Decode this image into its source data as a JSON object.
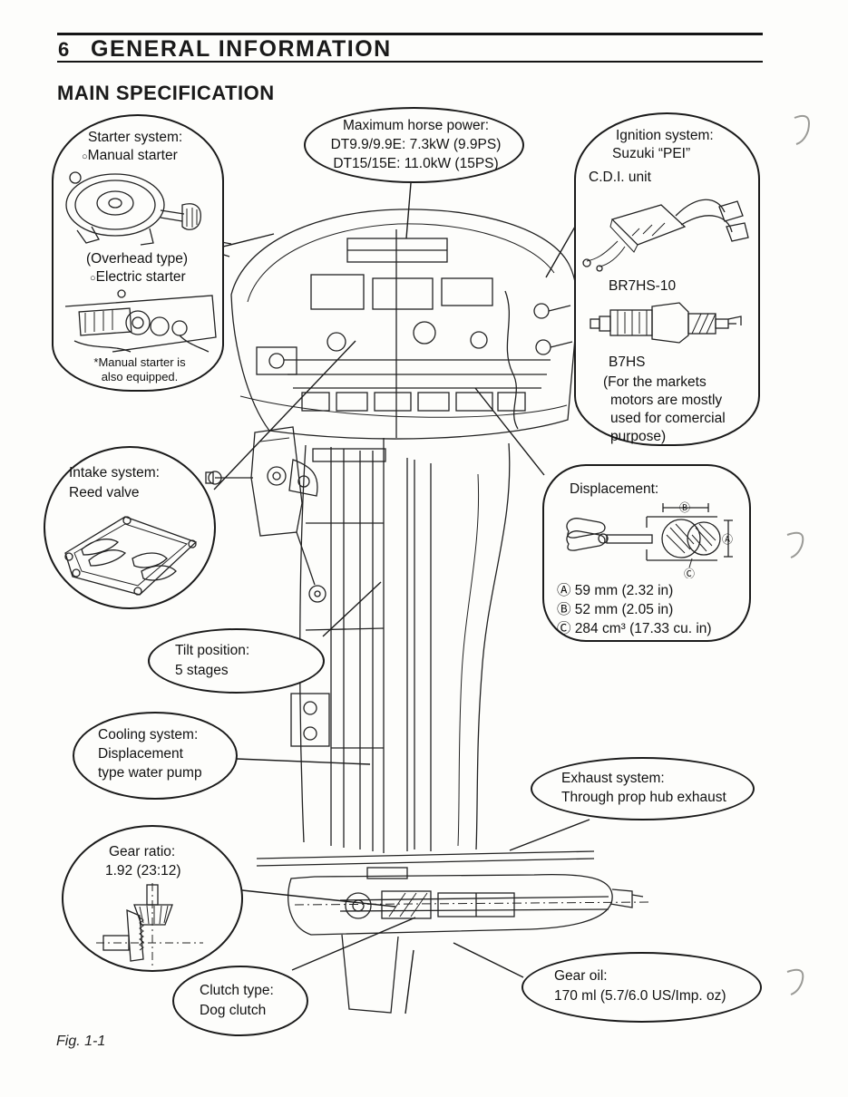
{
  "header": {
    "page_number": "6",
    "title": "GENERAL INFORMATION"
  },
  "section_title": "MAIN SPECIFICATION",
  "figure_caption": "Fig. 1-1",
  "colors": {
    "ink": "#1a1a1a",
    "paper": "#fdfdfb"
  },
  "callouts": {
    "starter": {
      "title": "Starter system:",
      "bullet": "○",
      "item_manual": "Manual starter",
      "type_note": "(Overhead type)",
      "item_electric": "Electric starter",
      "footnote_line1": "*Manual starter is",
      "footnote_line2": "also equipped."
    },
    "max_horse_power": {
      "line1": "Maximum horse power:",
      "line2": "DT9.9/9.9E: 7.3kW (9.9PS)",
      "line3": "DT15/15E: 11.0kW (15PS)"
    },
    "ignition": {
      "title": "Ignition system:",
      "subtitle": "Suzuki “PEI”",
      "cdi_label": "C.D.I. unit",
      "plug_model": "BR7HS-10",
      "alt_plug_model": "B7HS",
      "note_line1": "(For the markets",
      "note_line2": "motors are mostly",
      "note_line3": "used for comercial",
      "note_line4": "purpose)"
    },
    "intake": {
      "title": "Intake system:",
      "value": "Reed valve"
    },
    "displacement": {
      "title": "Displacement:",
      "marker_a": "Ⓐ",
      "marker_b": "Ⓑ",
      "marker_c": "Ⓒ",
      "dim_a": "Ⓐ 59 mm (2.32 in)",
      "dim_b": "Ⓑ 52 mm (2.05 in)",
      "dim_c": "Ⓒ 284 cm³ (17.33 cu. in)"
    },
    "tilt": {
      "title": "Tilt position:",
      "value": "5 stages"
    },
    "cooling": {
      "title": "Cooling system:",
      "value_line1": "Displacement",
      "value_line2": "type water pump"
    },
    "exhaust": {
      "title": "Exhaust system:",
      "value": "Through prop hub exhaust"
    },
    "gear_ratio": {
      "title": "Gear ratio:",
      "value": "1.92 (23:12)"
    },
    "clutch": {
      "title": "Clutch type:",
      "value": "Dog clutch"
    },
    "gear_oil": {
      "title": "Gear oil:",
      "value": "170 ml (5.7/6.0 US/Imp. oz)"
    }
  }
}
